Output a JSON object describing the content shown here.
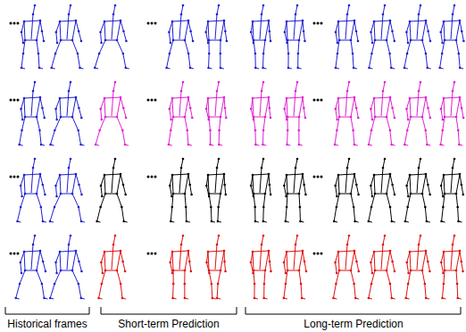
{
  "diagram": {
    "labels": [
      "Historical frames",
      "Short-term Prediction",
      "Long-term Prediction"
    ]
  }
}
